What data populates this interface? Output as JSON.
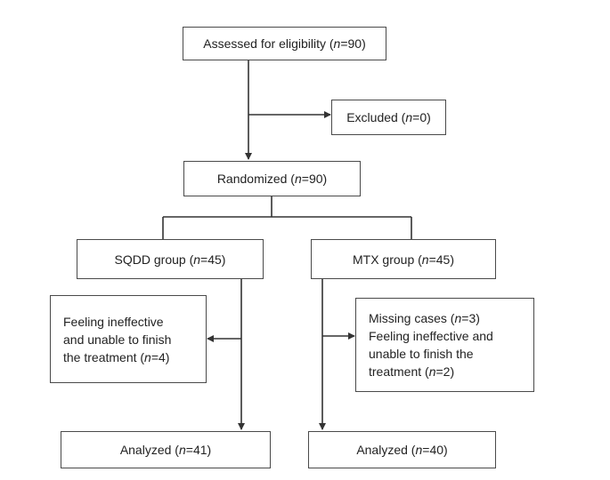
{
  "boxes": {
    "assessed": {
      "prefix": "Assessed for eligibility (",
      "var": "n",
      "suffix": "=90)"
    },
    "excluded": {
      "prefix": "Excluded (",
      "var": "n",
      "suffix": "=0)"
    },
    "randomized": {
      "prefix": "Randomized (",
      "var": "n",
      "suffix": "=90)"
    },
    "sqdd": {
      "prefix": "SQDD group (",
      "var": "n",
      "suffix": "=45)"
    },
    "mtx": {
      "prefix": "MTX group (",
      "var": "n",
      "suffix": "=45)"
    },
    "sqdd_dropout": {
      "line1": "Feeling ineffective",
      "line2": "and unable to finish",
      "line3_prefix": "the treatment (",
      "line3_var": "n",
      "line3_suffix": "=4)"
    },
    "mtx_dropout": {
      "line1_prefix": "Missing cases (",
      "line1_var": "n",
      "line1_suffix": "=3)",
      "line2": "Feeling ineffective and",
      "line3": "unable to finish the",
      "line4_prefix": "treatment (",
      "line4_var": "n",
      "line4_suffix": "=2)"
    },
    "sqdd_analyzed": {
      "prefix": "Analyzed (",
      "var": "n",
      "suffix": "=41)"
    },
    "mtx_analyzed": {
      "prefix": "Analyzed (",
      "var": "n",
      "suffix": "=40)"
    }
  },
  "colors": {
    "line": "#333333",
    "border": "#4a4a4a"
  }
}
